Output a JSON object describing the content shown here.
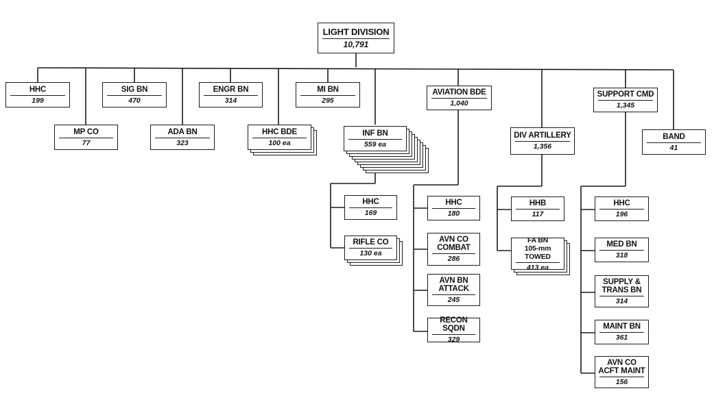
{
  "title": "LIGHT DIVISION organization chart",
  "root": {
    "name": "LIGHT DIVISION",
    "count": "10,791"
  },
  "units": {
    "hhc": {
      "name": "HHC",
      "count": "199"
    },
    "mp_co": {
      "name": "MP CO",
      "count": "77"
    },
    "sig_bn": {
      "name": "SIG BN",
      "count": "470"
    },
    "ada_bn": {
      "name": "ADA BN",
      "count": "323"
    },
    "engr_bn": {
      "name": "ENGR BN",
      "count": "314"
    },
    "hhc_bde": {
      "name": "HHC BDE",
      "count": "100 ea",
      "copies": 3
    },
    "mi_bn": {
      "name": "MI BN",
      "count": "295"
    },
    "inf_bn": {
      "name": "INF BN",
      "count": "559 ea",
      "copies": 9,
      "children": [
        {
          "name": "HHC",
          "count": "169"
        },
        {
          "name": "RIFLE CO",
          "count": "130 ea",
          "copies": 3
        }
      ]
    },
    "aviation_bde": {
      "name": "AVIATION BDE",
      "count": "1,040",
      "children": [
        {
          "name": "HHC",
          "count": "180"
        },
        {
          "name": "AVN CO\nCOMBAT",
          "count": "286"
        },
        {
          "name": "AVN BN\nATTACK",
          "count": "245"
        },
        {
          "name": "RECON SQDN",
          "count": "329"
        }
      ]
    },
    "div_artillery": {
      "name": "DIV ARTILLERY",
      "count": "1,356",
      "children": [
        {
          "name": "HHB",
          "count": "117"
        },
        {
          "name": "FA BN\n105-mm TOWED",
          "count": "413 ea",
          "copies": 3
        }
      ]
    },
    "support_cmd": {
      "name": "SUPPORT CMD",
      "count": "1,345",
      "children": [
        {
          "name": "HHC",
          "count": "196"
        },
        {
          "name": "MED BN",
          "count": "318"
        },
        {
          "name": "SUPPLY &\nTRANS BN",
          "count": "314"
        },
        {
          "name": "MAINT BN",
          "count": "361"
        },
        {
          "name": "AVN CO\nACFT MAINT",
          "count": "156"
        }
      ]
    },
    "band": {
      "name": "BAND",
      "count": "41"
    }
  }
}
